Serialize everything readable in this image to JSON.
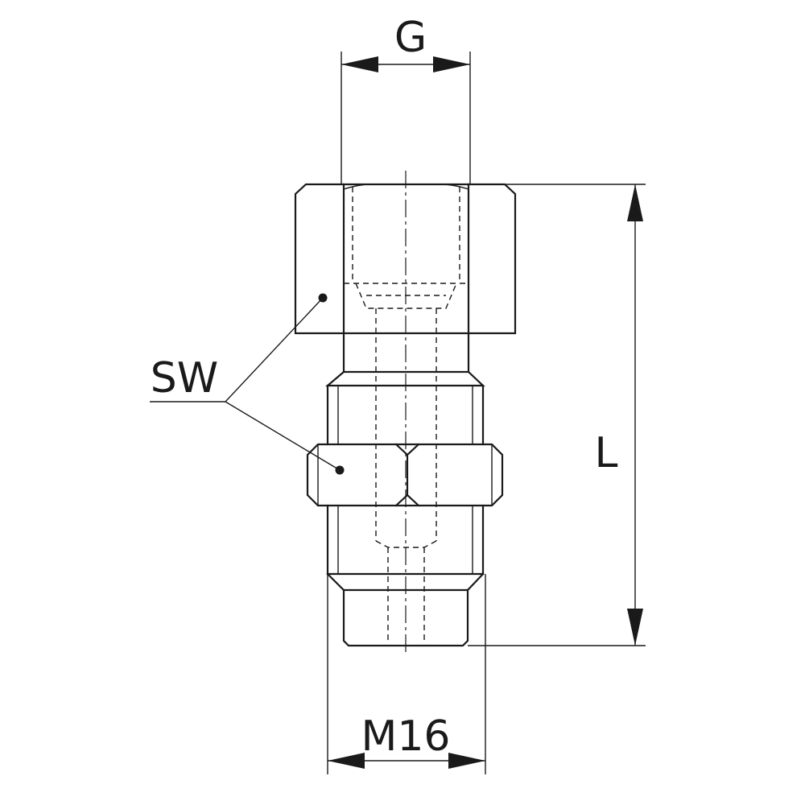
{
  "drawing": {
    "labels": {
      "thread_top": "G",
      "thread_bottom": "M16",
      "length": "L",
      "wrench_size": "SW"
    },
    "line_color": "#1a1a1a",
    "background": "#ffffff"
  }
}
